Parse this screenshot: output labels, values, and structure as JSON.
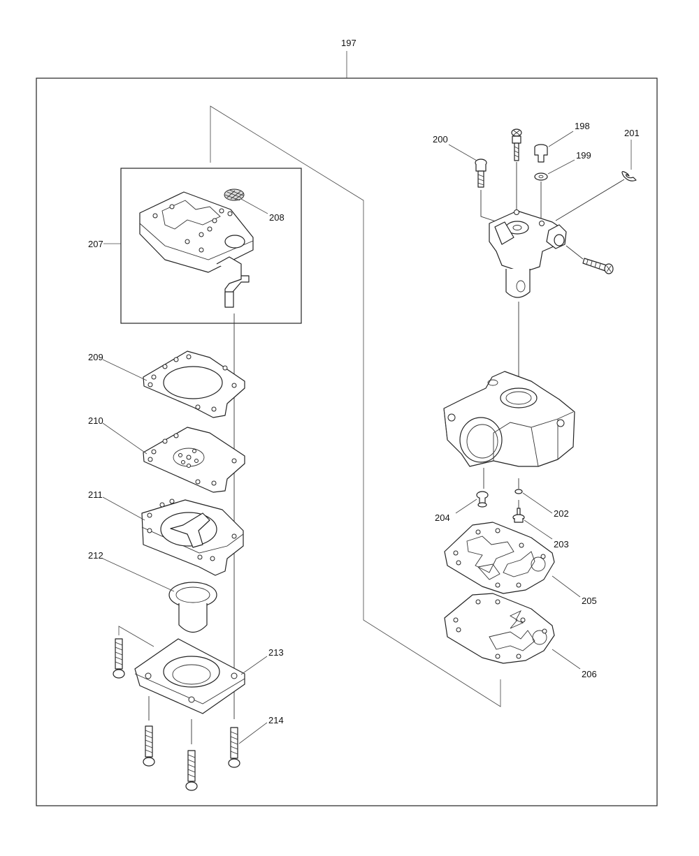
{
  "callouts": {
    "c197": "197",
    "c198": "198",
    "c199": "199",
    "c200": "200",
    "c201": "201",
    "c202": "202",
    "c203": "203",
    "c204": "204",
    "c205": "205",
    "c206": "206",
    "c207": "207",
    "c208": "208",
    "c209": "209",
    "c210": "210",
    "c211": "211",
    "c212": "212",
    "c213": "213",
    "c214": "214"
  }
}
